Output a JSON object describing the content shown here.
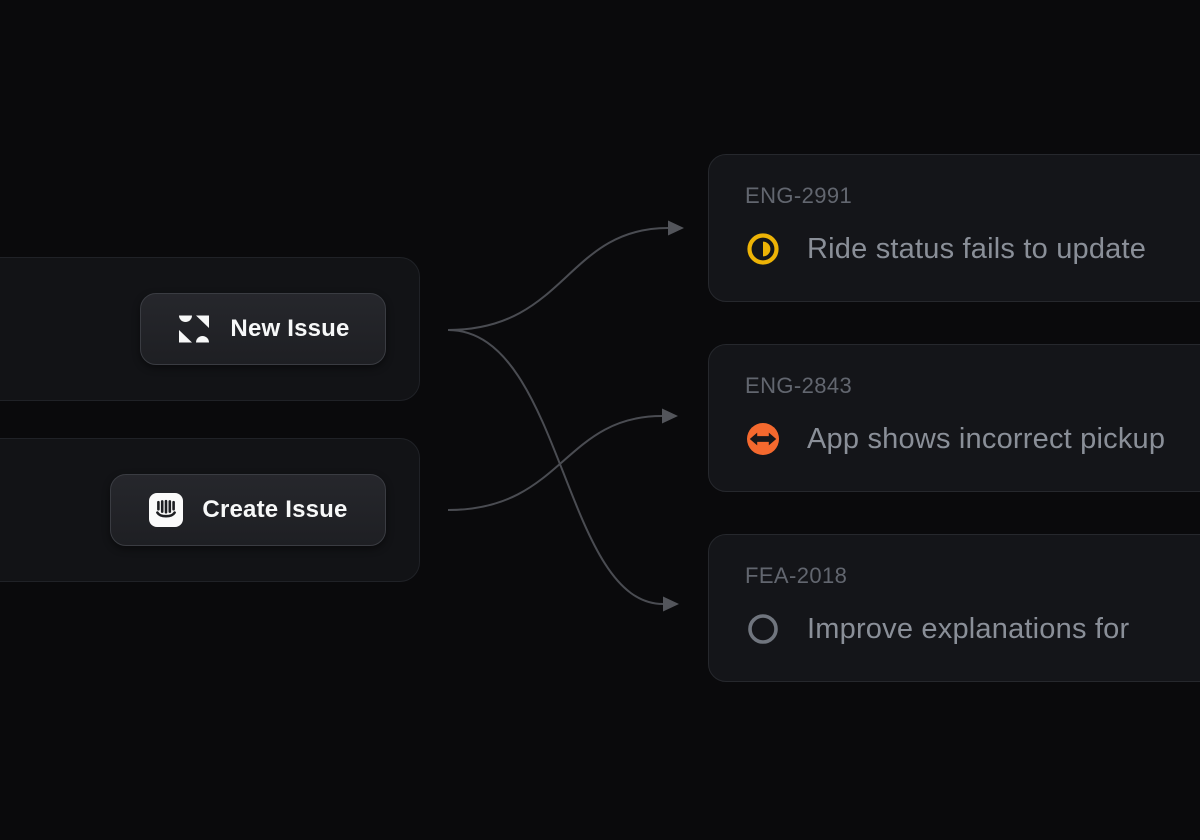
{
  "background": "#0a0a0c",
  "sources": [
    {
      "label": "New Issue",
      "icon": "zendesk-logo"
    },
    {
      "label": "Create Issue",
      "icon": "intercom-logo"
    }
  ],
  "issues": [
    {
      "id": "ENG-2991",
      "title": "Ride status fails to update",
      "status": "in-progress",
      "status_color": "#edb306"
    },
    {
      "id": "ENG-2843",
      "title": "App shows incorrect pickup",
      "status": "urgent",
      "status_color": "#f4692e"
    },
    {
      "id": "FEA-2018",
      "title": "Improve explanations for",
      "status": "todo",
      "status_color": "#70757e"
    }
  ],
  "connections": [
    {
      "from": "New Issue",
      "to": "ENG-2991"
    },
    {
      "from": "New Issue",
      "to": "FEA-2018"
    },
    {
      "from": "Create Issue",
      "to": "ENG-2843"
    }
  ],
  "colors": {
    "connector": "#4a4c52",
    "card_background": "#141519",
    "card_border": "#26282d",
    "button_background": "#212226",
    "button_text": "#f7f8f8",
    "issue_id_text": "#62666f",
    "issue_title_text": "#8a8f98"
  }
}
